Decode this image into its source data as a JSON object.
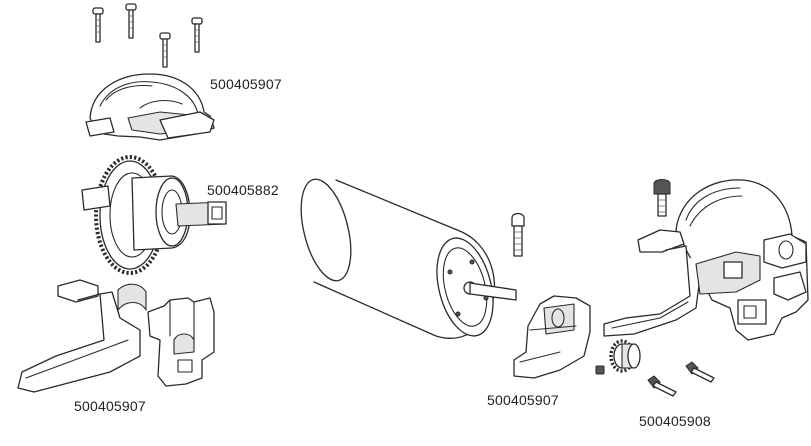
{
  "labels": {
    "top_cover": "500405907",
    "spur_gear": "500405882",
    "lower_mount": "500405907",
    "motor_mount_plate": "500405907",
    "pinion_screws": "500405908"
  },
  "colors": {
    "line": "#2a2a2a",
    "shade": "#e4e4e4",
    "background": "#ffffff",
    "label_text": "#222222"
  },
  "icons": [
    "screw-icon",
    "pinion-gear-icon",
    "motor-icon",
    "spur-gear-icon"
  ]
}
